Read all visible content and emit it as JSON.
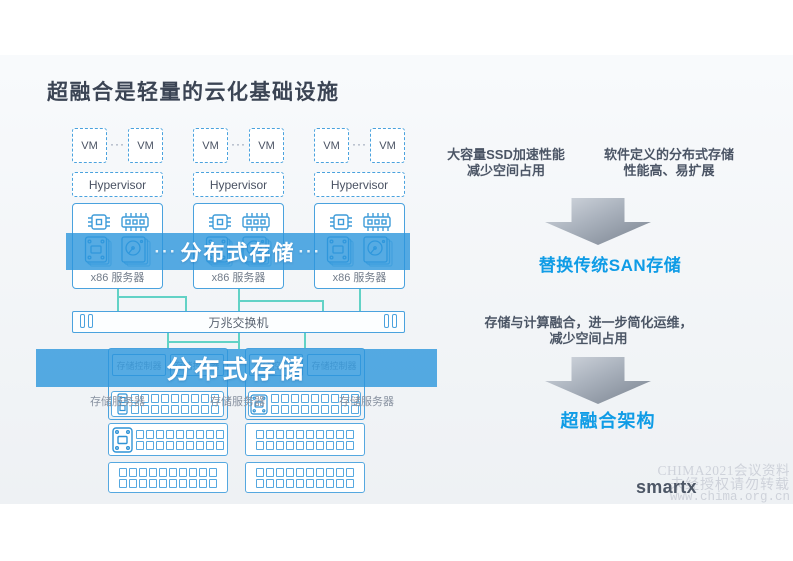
{
  "title": "超融合是轻量的云化基础设施",
  "diagram": {
    "servers": [
      {
        "vm_left": "VM",
        "vm_right": "VM",
        "dots": "···",
        "hypervisor": "Hypervisor",
        "label": "x86 服务器"
      },
      {
        "vm_left": "VM",
        "vm_right": "VM",
        "dots": "···",
        "hypervisor": "Hypervisor",
        "label": "x86 服务器"
      },
      {
        "vm_left": "VM",
        "vm_right": "VM",
        "dots": "···",
        "hypervisor": "Hypervisor",
        "label": "x86 服务器"
      }
    ],
    "banner_top": {
      "dots": "···",
      "text": "分布式存储"
    },
    "switch_label": "万兆交换机",
    "banner_bottom": {
      "text": "分布式存储"
    },
    "controller_label": "存储控制器",
    "storage_labels": [
      "存储服务器",
      "存储服务器",
      "存储服务器"
    ]
  },
  "right_panel": {
    "section1": {
      "point1_line1": "大容量SSD加速性能",
      "point1_line2": "减少空间占用",
      "point2_line1": "软件定义的分布式存储",
      "point2_line2": "性能高、易扩展",
      "conclusion": "替换传统SAN存储"
    },
    "section2": {
      "line1": "存储与计算融合，进一步简化运维，",
      "line2": "减少空间占用",
      "conclusion": "超融合架构"
    }
  },
  "watermark": {
    "line1": "CHIMA2021会议资料",
    "line2": "未经授权请勿转载",
    "logo": "smartx",
    "line3": "www.chima.org.cn"
  },
  "colors": {
    "accent_blue": "#4aa2de",
    "icon_blue": "#3e9cd9",
    "teal": "#62d2c6",
    "conclusion_blue": "#0f9ce6",
    "title_color": "#3b4454",
    "body_text": "#4b5565",
    "banner_overlay": "rgba(44,150,220,0.8)",
    "watermark_gray": "#ced2da"
  }
}
